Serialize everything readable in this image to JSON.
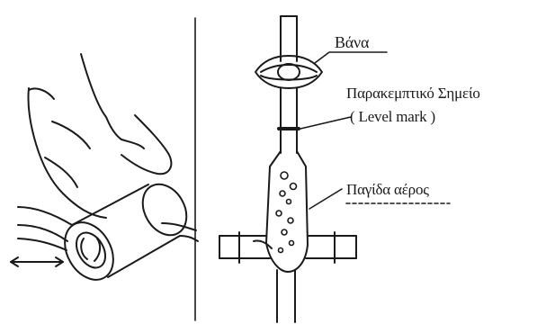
{
  "labels": {
    "valve": "Βάνα",
    "level_mark_greek": "Παρακεμπτικό Σημείο",
    "level_mark_english": "( Level mark )",
    "air_trap": "Παγίδα αέρος"
  },
  "colors": {
    "ink": "#1a1a1a",
    "paper": "#ffffff"
  },
  "icons": [
    "hand-icon",
    "tube-roller-icon",
    "double-arrow-icon",
    "valve-icon",
    "air-bubble-icon"
  ]
}
